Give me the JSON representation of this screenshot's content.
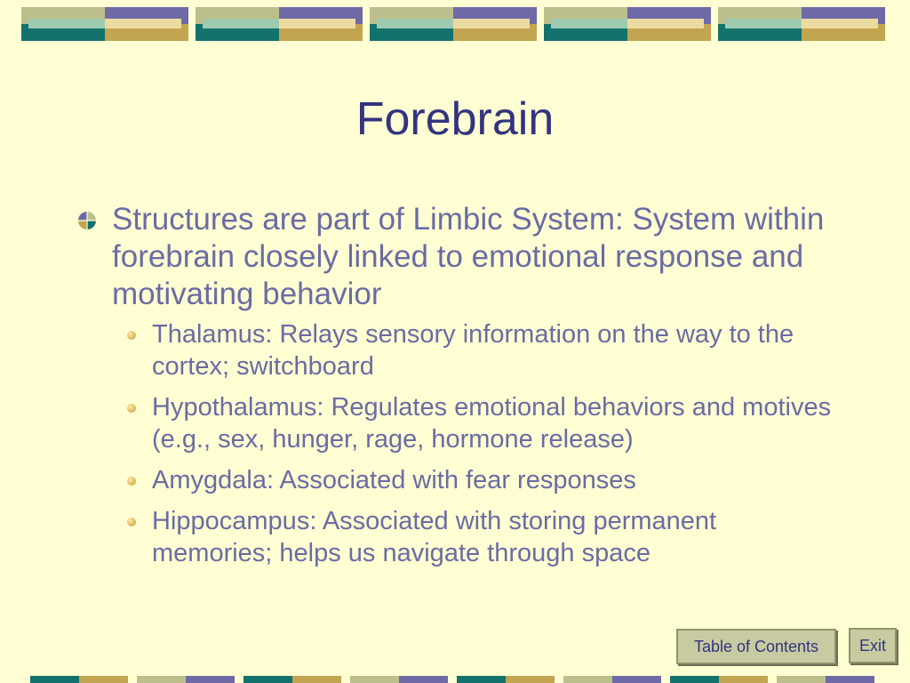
{
  "slide": {
    "title": "Forebrain",
    "main_point": "Structures are part of Limbic System: System within forebrain closely linked to emotional response and motivating behavior",
    "sub_points": [
      "Thalamus: Relays sensory information on the way to the cortex; switchboard",
      "Hypothalamus: Regulates emotional behaviors and motives (e.g., sex, hunger, rage, hormone release)",
      "Amygdala: Associated with fear responses",
      "Hippocampus: Associated with storing permanent memories; helps us navigate through space"
    ]
  },
  "navigation": {
    "table_of_contents_label": "Table of Contents",
    "exit_label": "Exit"
  },
  "colors": {
    "background": "#ffffd3",
    "title": "#333380",
    "body_text": "#6b6ba4",
    "teal": "#13726c",
    "gold": "#c2a451",
    "purple": "#6d6aa6",
    "olive": "#bcbf8c"
  },
  "icons": {
    "main_bullet": "quadrant-bullet-icon",
    "sub_bullet": "gold-dot-bullet-icon"
  }
}
